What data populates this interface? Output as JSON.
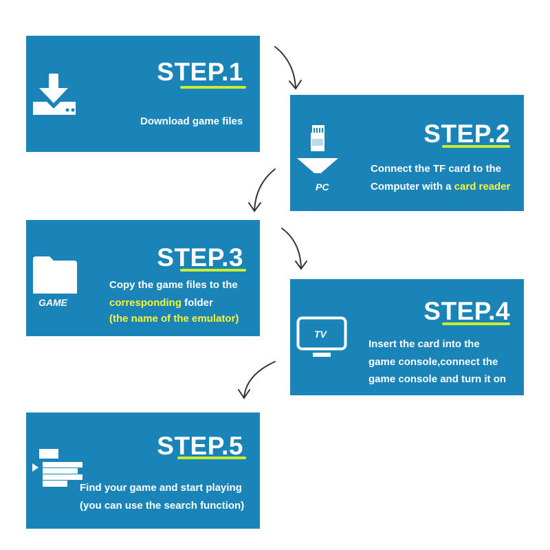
{
  "steps": [
    {
      "title": "STEP.1",
      "lines": [
        "Download game files"
      ],
      "icon": "download-icon"
    },
    {
      "title": "STEP.2",
      "line1": "Connect the TF card to the",
      "line2_a": "Computer with a ",
      "line2_b": "card reader",
      "icon": "sd-card-to-pc-icon",
      "icon_label": "PC"
    },
    {
      "title": "STEP.3",
      "line1": "Copy the game files to the",
      "line2_a": "corresponding",
      "line2_b": " folder",
      "line3": "(the name of the emulator)",
      "icon": "folder-icon",
      "icon_label": "GAME"
    },
    {
      "title": "STEP.4",
      "lines": [
        "Insert the card into the",
        "game console,connect the",
        "game console and turn it on"
      ],
      "icon": "tv-icon",
      "icon_label": "TV"
    },
    {
      "title": "STEP.5",
      "lines": [
        "Find your game and start playing",
        "(you can use the search function)"
      ],
      "icon": "game-list-icon"
    }
  ],
  "colors": {
    "card": "#1a84b9",
    "underline": "#c8ee2e",
    "highlight": "#f6f63a"
  }
}
